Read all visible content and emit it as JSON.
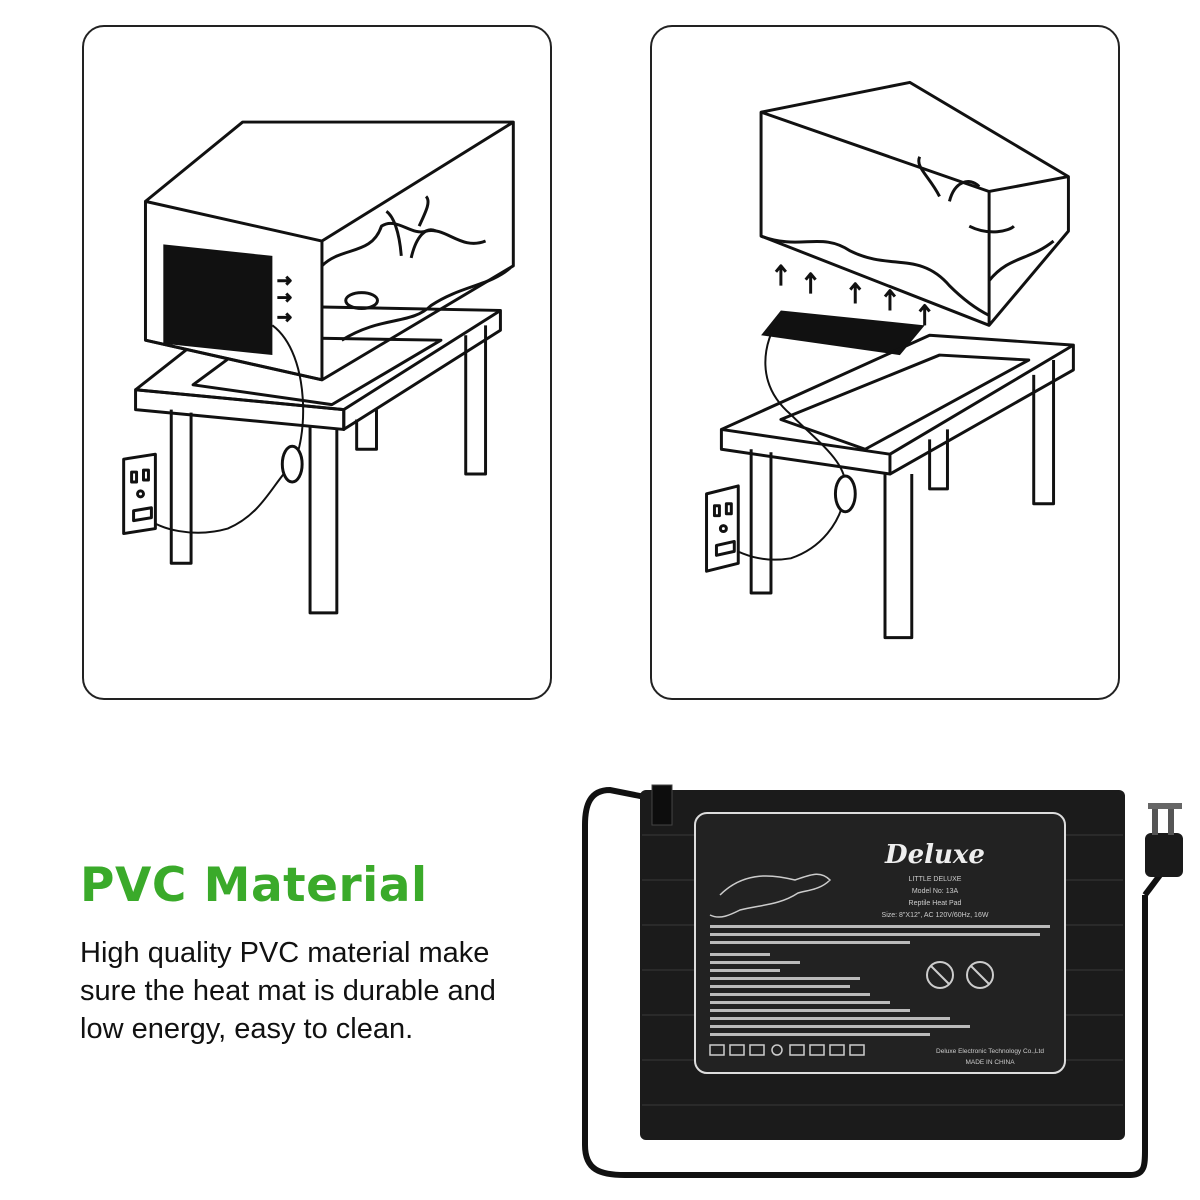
{
  "feature": {
    "title": "PVC Material",
    "description_lines": [
      "High quality PVC material make",
      "sure the heat mat is durable and",
      "low energy, easy to clean."
    ],
    "accent_color": "#3aaa2a"
  },
  "label": {
    "brand": "Deluxe",
    "brand_sub": "LITTLE DELUXE",
    "model": "Model No: 13A",
    "product": "Reptile Heat Pad",
    "specs": "Size: 8\"X12\", AC 120V/60Hz, 16W",
    "made_in": "MADE IN CHINA",
    "company": "Deluxe Electronic Technology Co.,Ltd"
  },
  "illustrations": [
    {
      "name": "heat-mat-on-side-of-tank",
      "icon": "terrarium-side-mount"
    },
    {
      "name": "heat-mat-under-tank",
      "icon": "terrarium-under-mount"
    }
  ]
}
